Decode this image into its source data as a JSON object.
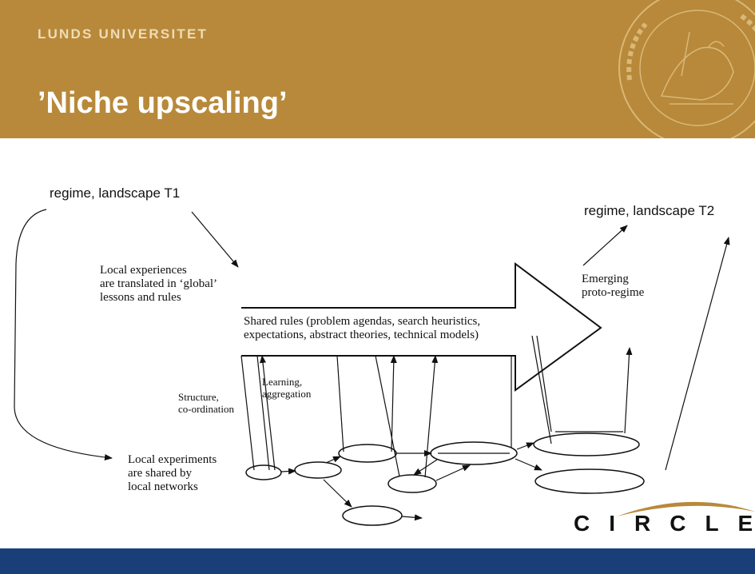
{
  "header": {
    "university": "LUNDS UNIVERSITET",
    "title": "’Niche upscaling’"
  },
  "labels": {
    "regime_t1": "regime, landscape T1",
    "regime_t2": "regime, landscape T2",
    "local_experiences": "Local experiences\nare translated in ‘global’\nlessons and rules",
    "shared_rules": "Shared rules (problem agendas, search heuristics,\nexpectations, abstract theories, technical models)",
    "emerging": "Emerging\nproto-regime",
    "learning": "Learning,\naggregation",
    "structure": "Structure,\nco-ordination",
    "local_experiments": "Local experiments\nare shared by\nlocal networks"
  },
  "logo": {
    "text": "CIRCLE"
  },
  "colors": {
    "header_bg": "#b8893a",
    "footer_bg": "#1a3f78"
  }
}
